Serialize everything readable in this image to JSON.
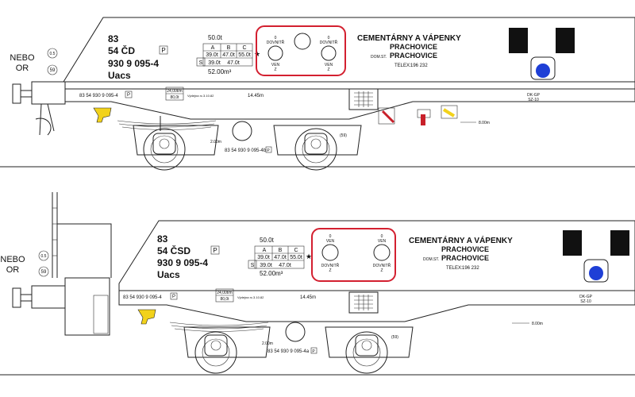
{
  "wagons": [
    {
      "side": {
        "nebo": "NEBO",
        "or": "OR",
        "circle1": "0.5",
        "circle2": "59"
      },
      "ident": {
        "line1": "83",
        "line2": "54 ČD",
        "p": "P",
        "line3": "930 9 095-4",
        "line4": "Uacs"
      },
      "load": {
        "top": "50.0t",
        "cols": [
          "A",
          "B",
          "C"
        ],
        "row": [
          "39.0t",
          "47.0t",
          "55.0t"
        ],
        "s_label": "S",
        "s_row": [
          "39.0t",
          "47.0t"
        ],
        "star": "★",
        "volume": "52.00m³"
      },
      "valve_panel": {
        "left_top": "0",
        "left_mid": "DOVNITŘ",
        "left_bot": "VEN",
        "left_z": "Z",
        "right_top": "0",
        "right_mid": "DOVNITŘ",
        "right_bot": "VEN",
        "right_z": "Z"
      },
      "company": {
        "name": "CEMENTÁRNY A VÁPENKY",
        "city1": "PRACHOVICE",
        "dom_label": "DOM.ST.",
        "city2": "PRACHOVICE",
        "telex_label": "TELEX:",
        "telex_num": "196  232"
      },
      "frame": {
        "number": "83 54 930 9 095-4",
        "p": "P",
        "limit_a": "24,00t/m",
        "limit_b": "80,0t",
        "small_text": "Výdejna rc.3.10.82",
        "length": "14.45m",
        "right_code": "DK-GP",
        "right_code2": "SZ-10",
        "dim_right": "8.00m"
      },
      "bogie": {
        "dim": "2.00m",
        "number": "83 54 930 9 095-4b",
        "p": "P",
        "code": "(59)"
      }
    },
    {
      "side": {
        "nebo": "NEBO",
        "or": "OR",
        "circle1": "0.5",
        "circle2": "59"
      },
      "ident": {
        "line1": "83",
        "line2": "54 ČSD",
        "p": "P",
        "line3": "930 9 095-4",
        "line4": "Uacs"
      },
      "load": {
        "top": "50.0t",
        "cols": [
          "A",
          "B",
          "C"
        ],
        "row": [
          "39.0t",
          "47.0t",
          "55.0t"
        ],
        "s_label": "S",
        "s_row": [
          "39.0t",
          "47.0t"
        ],
        "star": "★",
        "volume": "52.00m³"
      },
      "valve_panel": {
        "left_top": "0",
        "left_mid": "VEN",
        "left_bot": "DOVNITŘ",
        "left_z": "Z",
        "right_top": "0",
        "right_mid": "VEN",
        "right_bot": "DOVNITŘ",
        "right_z": "Z"
      },
      "company": {
        "name": "CEMENTÁRNY A VÁPENKY",
        "city1": "PRACHOVICE",
        "dom_label": "DOM.ST.",
        "city2": "PRACHOVICE",
        "telex_label": "TELEX:",
        "telex_num": "196  232"
      },
      "frame": {
        "number": "83 54 930 9 095-4",
        "p": "P",
        "limit_a": "24,00t/m",
        "limit_b": "80,0t",
        "small_text": "Výdejna rc.3.10.82",
        "length": "14.45m",
        "right_code": "DK-GP",
        "right_code2": "SZ-10",
        "dim_right": "8.00m"
      },
      "bogie": {
        "dim": "2.00m",
        "number": "83 54 930 9 095-4a",
        "p": "P",
        "code": "(59)"
      }
    }
  ],
  "colors": {
    "valve_frame": "#d32030",
    "signal": "#1e3fd6",
    "coupler": "#f2d21b",
    "lever_red": "#c8202a",
    "lever_yellow": "#f2d21b",
    "ink": "#222222"
  }
}
